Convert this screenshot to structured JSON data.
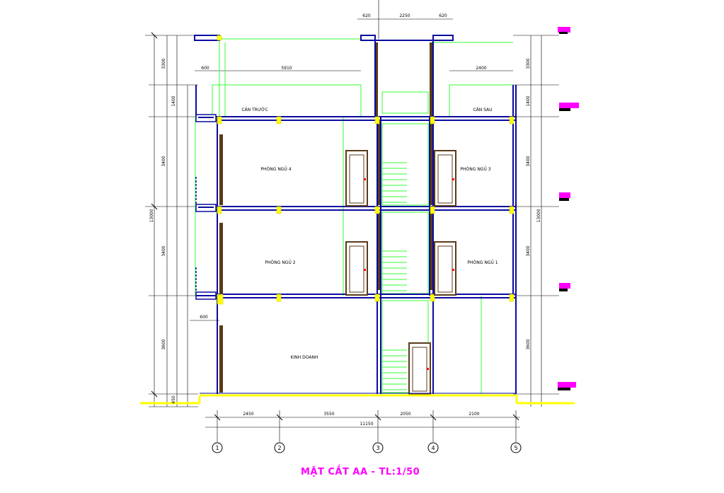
{
  "drawing": {
    "title": "MẶT CẮT AA - TL:1/50",
    "top_dims": [
      "620",
      "2250",
      "620"
    ],
    "roof_dims": [
      "600",
      "5910",
      "2400"
    ],
    "bottom_dims": [
      "2450",
      "3550",
      "2050",
      "2100"
    ],
    "total_width": "11150",
    "left_small_dim": "600",
    "axes": [
      "1",
      "2",
      "3",
      "4",
      "5"
    ],
    "rooms": {
      "can_truoc": "CÂN TRƯỚC",
      "can_sau": "CÂN SAU",
      "bedroom_4": "PHÒNG NGỦ 4",
      "bedroom_3": "PHÒNG NGỦ 3",
      "bedroom_2": "PHÒNG NGỦ 2",
      "bedroom_1": "PHÒNG NGỦ 1",
      "business": "KINH DOANH"
    },
    "left_level_dims": [
      "3300",
      "1400",
      "3400",
      "3400",
      "3600",
      "450"
    ],
    "right_level_dims": [
      "3300",
      "1400",
      "3400",
      "3400",
      "3600"
    ],
    "overall_height": "13000",
    "colors": {
      "structure": "#0a0aa0",
      "column_fill": "#5a3a1a",
      "green": "#33ff33",
      "yellow": "#ffff00",
      "dims": "#000000",
      "title": "#ff00ff",
      "level_marker": "#ff00ff"
    }
  }
}
